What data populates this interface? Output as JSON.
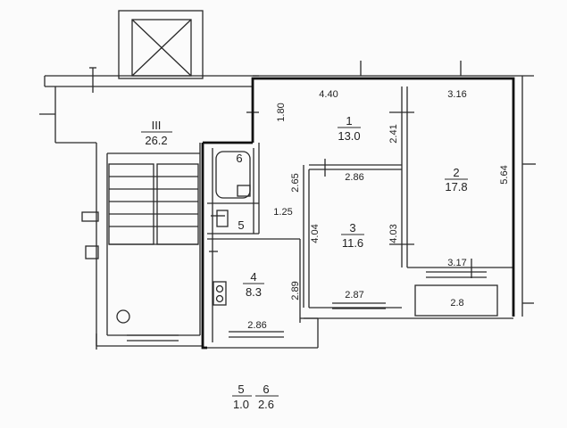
{
  "colors": {
    "ink": "#2a2a2a",
    "paper": "#fbfbfb",
    "heavy": "#111111"
  },
  "rooms": [
    {
      "id": "room-1",
      "number": "1",
      "area": "13.0"
    },
    {
      "id": "room-2",
      "number": "2",
      "area": "17.8"
    },
    {
      "id": "room-3",
      "number": "3",
      "area": "11.6"
    },
    {
      "id": "room-4",
      "number": "4",
      "area": "8.3"
    },
    {
      "id": "room-stair",
      "number": "III",
      "area": "26.2"
    }
  ],
  "small_rooms": {
    "bath": "6",
    "wc": "5"
  },
  "dimensions": {
    "r1_width": "4.40",
    "r2_width": "3.16",
    "hall_depth": "1.80",
    "r1_height": "2.41",
    "r1_bottom": "2.86",
    "r2_height": "5.64",
    "bath_height": "2.65",
    "wc_width": "1.25",
    "r3_left": "4.04",
    "r3_right": "4.03",
    "r2_bottom": "3.17",
    "balcony": "2.8",
    "r4_height": "2.89",
    "r3_bottom": "2.87",
    "r4_bottom": "2.86"
  },
  "legend": {
    "bath_no": "5",
    "bath_area": "1.0",
    "wc_no": "6",
    "wc_area": "2.6"
  }
}
